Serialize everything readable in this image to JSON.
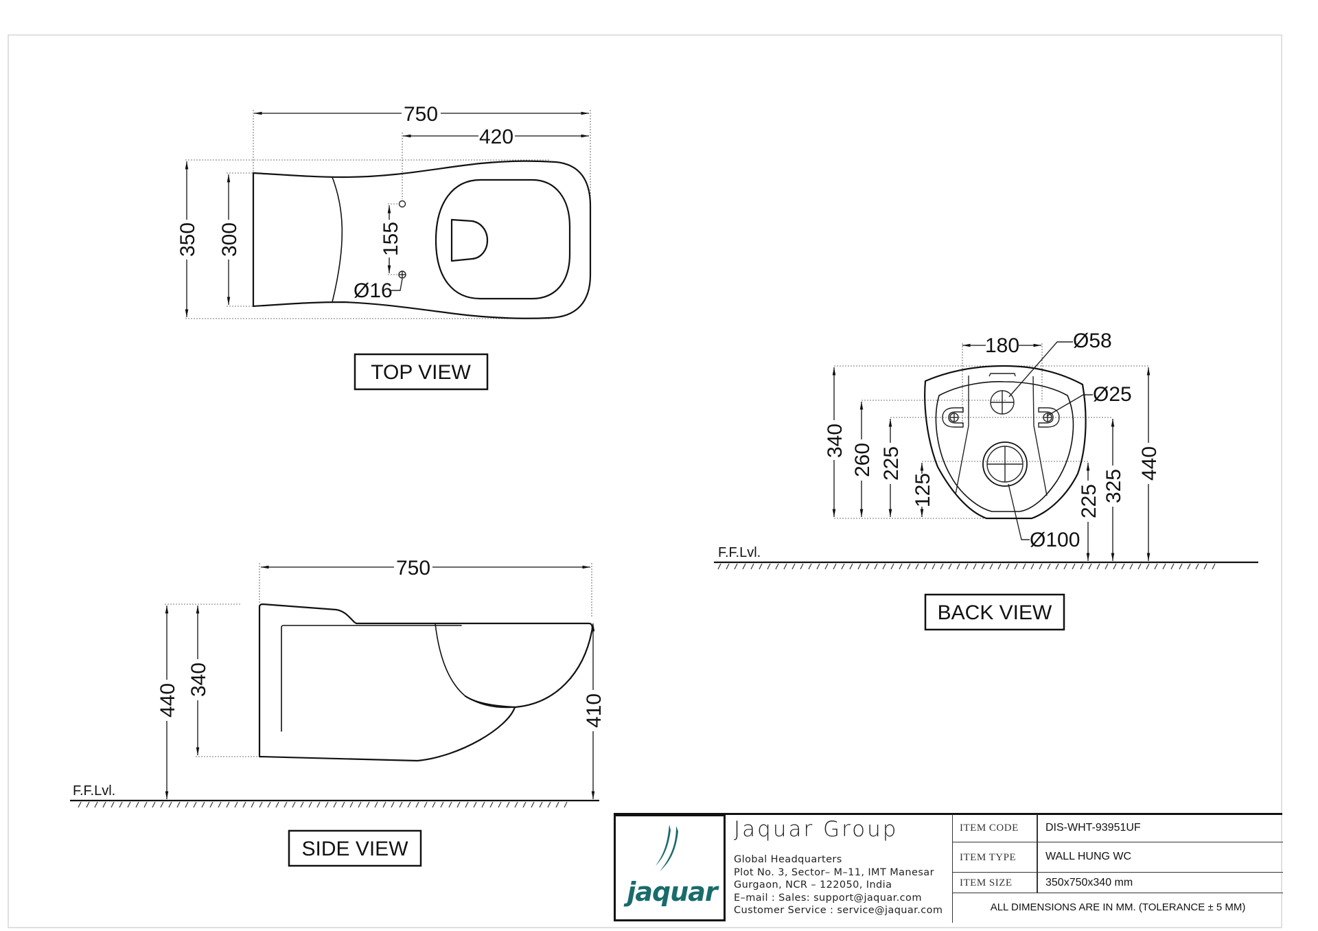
{
  "drawing": {
    "views": {
      "top": {
        "label": "TOP VIEW",
        "dims": {
          "overall_length": "750",
          "waste_to_back": "420",
          "overall_width": "350",
          "back_width": "300",
          "fixing_spacing": "155",
          "fixing_hole_dia": "Ø16"
        }
      },
      "back": {
        "label": "BACK VIEW",
        "dims": {
          "fixing_centres": "180",
          "inlet_dia": "Ø58",
          "fixing_hole_dia": "Ø25",
          "outlet_dia": "Ø100",
          "height_340": "340",
          "height_260": "260",
          "height_225_left": "225",
          "height_125": "125",
          "floor_225": "225",
          "floor_325": "325",
          "floor_440": "440"
        },
        "floor_label": "F.F.Lvl."
      },
      "side": {
        "label": "SIDE VIEW",
        "dims": {
          "overall_length": "750",
          "height_440": "440",
          "height_340": "340",
          "height_410": "410"
        },
        "floor_label": "F.F.Lvl."
      }
    }
  },
  "title_block": {
    "logo_text": "jaquar",
    "company_name": "Jaquar Group",
    "address_lines": [
      "Global Headquarters",
      "Plot No. 3, Sector– M–11, IMT Manesar",
      "Gurgaon, NCR – 122050, India",
      "E–mail : Sales: support@jaquar.com",
      "Customer Service : service@jaquar.com"
    ],
    "rows": [
      {
        "label": "ITEM CODE",
        "value": "DIS-WHT-93951UF"
      },
      {
        "label": "ITEM TYPE",
        "value": "WALL HUNG WC"
      },
      {
        "label": "ITEM SIZE",
        "value": "350x750x340 mm"
      }
    ],
    "note": "ALL DIMENSIONS ARE IN MM. (TOLERANCE ± 5 MM)"
  },
  "colors": {
    "line": "#111111",
    "frame": "#d6d6d6",
    "brand_teal": "#1a6b6b"
  }
}
